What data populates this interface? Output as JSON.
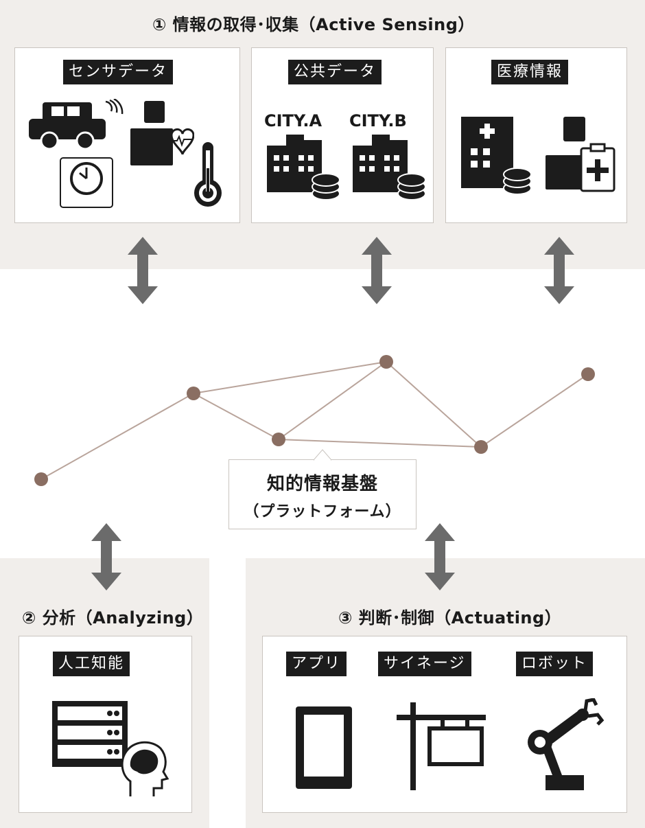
{
  "colors": {
    "band": "#f1eeeb",
    "node": "#8a6e62",
    "edge": "#b9a49b",
    "arrow": "#6b6b6b",
    "icon": "#1c1c1c"
  },
  "section1": {
    "title": "① 情報の取得･収集（Active Sensing）",
    "cards": [
      {
        "label": "センサデータ",
        "icons": [
          "car-icon",
          "wifi-icon",
          "person-heart-icon",
          "scale-icon",
          "thermometer-icon"
        ]
      },
      {
        "label": "公共データ",
        "cities": [
          "CITY.A",
          "CITY.B"
        ],
        "icons": [
          "building-icon",
          "coins-icon"
        ]
      },
      {
        "label": "医療情報",
        "icons": [
          "hospital-icon",
          "coins-icon",
          "person-medical-icon"
        ]
      }
    ]
  },
  "platform": {
    "line1": "知的情報基盤",
    "line2": "（プラットフォーム）"
  },
  "section2": {
    "title": "② 分析（Analyzing）",
    "card_label": "人工知能",
    "icons": [
      "server-icon",
      "brain-head-icon"
    ]
  },
  "section3": {
    "title": "③ 判断･制御（Actuating）",
    "labels": [
      "アプリ",
      "サイネージ",
      "ロボット"
    ],
    "icons": [
      "tablet-icon",
      "signage-icon",
      "robot-arm-icon"
    ]
  }
}
